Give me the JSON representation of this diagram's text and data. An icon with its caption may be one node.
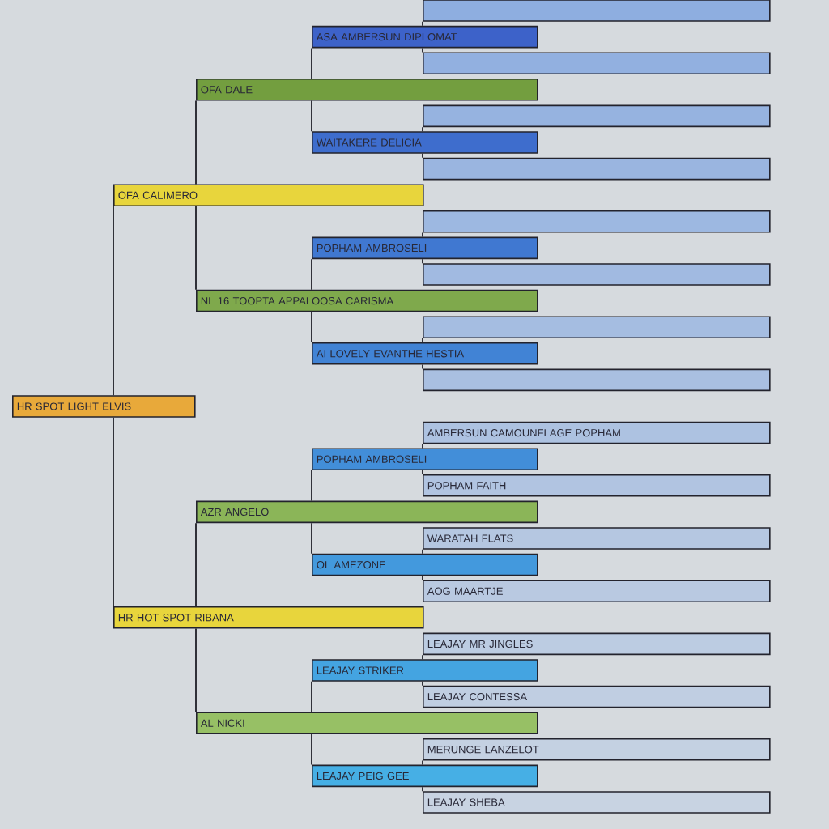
{
  "diagram": {
    "nodes": [
      {
        "text": [],
        "shape": "bar"
      },
      {
        "text": [
          "ASA AMBERSUN DIPLOMAT"
        ]
      },
      {
        "text": [],
        "shape": "bar"
      },
      {
        "text": [
          "OFA DALE"
        ]
      },
      {
        "text": [],
        "shape": "bar"
      },
      {
        "text": [
          "WAITAKERE DELICIA"
        ]
      },
      {
        "text": [],
        "shape": "bar"
      },
      {
        "text": [
          "OFA CALIMERO"
        ]
      },
      {
        "text": [],
        "shape": "bar"
      },
      {
        "text": [
          "POPHAM AMBROSELI"
        ]
      },
      {
        "text": [],
        "shape": "bar"
      },
      {
        "text": [
          "NL 16 TOOPTA APPALOOSA CARISMA"
        ]
      },
      {
        "text": [],
        "shape": "bar"
      },
      {
        "text": [
          "AI LOVELY EVANTHE HESTIA"
        ]
      },
      {
        "text": [],
        "shape": "bar"
      },
      {
        "text": [
          "HR SPOT LIGHT ELVIS"
        ]
      },
      {
        "text": [
          "AMBERSUN CAMOUNFLAGE POPHAM"
        ]
      },
      {
        "text": [
          "POPHAM AMBROSELI"
        ]
      },
      {
        "text": [
          "POPHAM FAITH"
        ]
      },
      {
        "text": [
          "AZR ANGELO"
        ]
      },
      {
        "text": [
          "WARATAH FLATS"
        ]
      },
      {
        "text": [
          "OL AMEZONE"
        ]
      },
      {
        "text": [
          "AOG MAARTJE"
        ]
      },
      {
        "text": [
          "HR HOT SPOT RIBANA"
        ]
      },
      {
        "text": [
          "LEAJAY MR JINGLES"
        ]
      },
      {
        "text": [
          "LEAJAY STRIKER"
        ]
      },
      {
        "text": [
          "LEAJAY CONTESSA"
        ]
      },
      {
        "text": [
          "AL NICKI"
        ]
      },
      {
        "text": [
          "MERUNGE LANZELOT"
        ]
      },
      {
        "text": [
          "LEAJAY PEIG GEE"
        ]
      },
      {
        "text": [
          "LEAJAY SHEBA"
        ]
      }
    ],
    "edges": [
      {
        "from": 15,
        "to": 7,
        "arrow": "none"
      },
      {
        "from": 15,
        "to": 23,
        "arrow": "none"
      },
      {
        "from": 7,
        "to": 3,
        "arrow": "none"
      },
      {
        "from": 7,
        "to": 11,
        "arrow": "none"
      },
      {
        "from": 23,
        "to": 19,
        "arrow": "none"
      },
      {
        "from": 23,
        "to": 27,
        "arrow": "none"
      },
      {
        "from": 3,
        "to": 1,
        "arrow": "none"
      },
      {
        "from": 3,
        "to": 5,
        "arrow": "none"
      },
      {
        "from": 11,
        "to": 9,
        "arrow": "none"
      },
      {
        "from": 11,
        "to": 13,
        "arrow": "none"
      },
      {
        "from": 19,
        "to": 17,
        "arrow": "none"
      },
      {
        "from": 19,
        "to": 21,
        "arrow": "none"
      },
      {
        "from": 27,
        "to": 25,
        "arrow": "none"
      },
      {
        "from": 27,
        "to": 29,
        "arrow": "none"
      },
      {
        "from": 1,
        "to": 0,
        "arrow": "none"
      },
      {
        "from": 1,
        "to": 2,
        "arrow": "none"
      },
      {
        "from": 5,
        "to": 4,
        "arrow": "none"
      },
      {
        "from": 5,
        "to": 6,
        "arrow": "none"
      },
      {
        "from": 9,
        "to": 8,
        "arrow": "none"
      },
      {
        "from": 9,
        "to": 10,
        "arrow": "none"
      },
      {
        "from": 13,
        "to": 12,
        "arrow": "none"
      },
      {
        "from": 13,
        "to": 14,
        "arrow": "none"
      },
      {
        "from": 17,
        "to": 16,
        "arrow": "none"
      },
      {
        "from": 17,
        "to": 18,
        "arrow": "none"
      },
      {
        "from": 21,
        "to": 20,
        "arrow": "none"
      },
      {
        "from": 21,
        "to": 22,
        "arrow": "none"
      },
      {
        "from": 25,
        "to": 24,
        "arrow": "none"
      },
      {
        "from": 25,
        "to": 26,
        "arrow": "none"
      },
      {
        "from": 29,
        "to": 28,
        "arrow": "none"
      },
      {
        "from": 29,
        "to": 30,
        "arrow": "none"
      }
    ]
  }
}
